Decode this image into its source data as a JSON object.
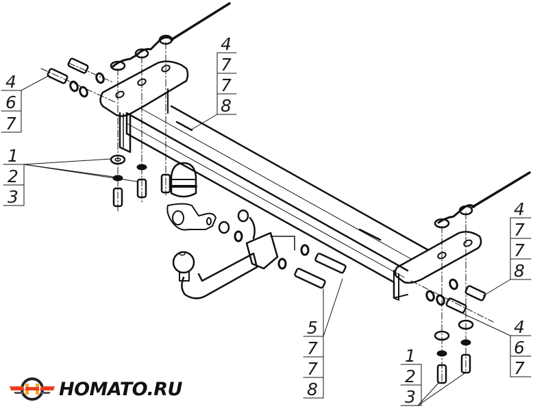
{
  "diagram": {
    "title": "Tow bar (towing hitch) exploded assembly drawing",
    "callouts": [
      {
        "id": "callout-left-upper",
        "numbers": [
          "4",
          "6",
          "7"
        ]
      },
      {
        "id": "callout-left-lower",
        "numbers": [
          "1",
          "2",
          "3"
        ]
      },
      {
        "id": "callout-top-center",
        "numbers": [
          "4",
          "7",
          "7",
          "8"
        ]
      },
      {
        "id": "callout-bottom-center",
        "numbers": [
          "5",
          "7",
          "7",
          "8"
        ]
      },
      {
        "id": "callout-right-upper",
        "numbers": [
          "4",
          "7",
          "7",
          "8"
        ]
      },
      {
        "id": "callout-right-middle",
        "numbers": [
          "4",
          "6",
          "7"
        ]
      },
      {
        "id": "callout-right-lower",
        "numbers": [
          "1",
          "2",
          "3"
        ]
      }
    ],
    "parts": [
      "cross-beam",
      "left-bracket",
      "right-bracket",
      "tow-ball-arm",
      "tow-ball",
      "ball-cap",
      "socket-plate",
      "bolts",
      "nuts",
      "washers",
      "wiring-harness"
    ]
  },
  "logo": {
    "text": "HOMATO.RU",
    "colors": {
      "primary": "#e8401c",
      "secondary": "#f5a623",
      "dark": "#111111"
    }
  }
}
